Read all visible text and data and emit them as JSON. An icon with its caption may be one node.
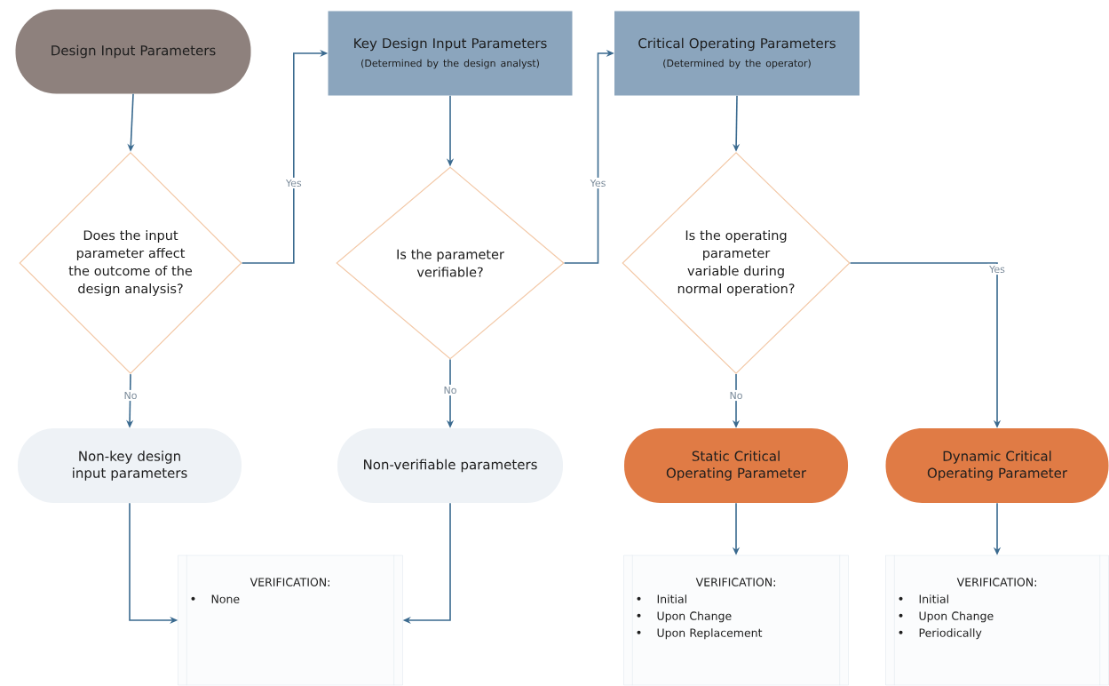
{
  "diagram": {
    "nodes": [
      {
        "text": [
          "Design Input Parameters"
        ]
      },
      {
        "text": [
          "Key Design Input Parameters",
          "(Determined by the design analyst)"
        ]
      },
      {
        "text": [
          "Critical Operating Parameters",
          "(Determined by the operator)"
        ]
      },
      {
        "text": [
          "Does the input parameter affect the outcome of the design analysis?"
        ]
      },
      {
        "text": [
          "Is the parameter verifiable?"
        ]
      },
      {
        "text": [
          "Is the operating parameter variable during normal operation?"
        ]
      },
      {
        "text": [
          "Non-key design input parameters"
        ]
      },
      {
        "text": [
          "Non-verifiable parameters"
        ]
      },
      {
        "text": [
          "Static Critical Operating Parameter"
        ]
      },
      {
        "text": [
          "Dynamic Critical Operating Parameter"
        ]
      },
      {
        "text": [
          "VERIFICATION:",
          "None"
        ]
      },
      {
        "text": [
          "VERIFICATION:",
          "Initial",
          "Upon Change",
          "Upon Replacement"
        ]
      },
      {
        "text": [
          "VERIFICATION:",
          "Initial",
          "Upon Change",
          "Periodically"
        ]
      }
    ],
    "edges": [
      {
        "from": 0,
        "to": 3,
        "arrow": "to"
      },
      {
        "from": 3,
        "to": 1,
        "arrow": "to",
        "label": "Yes"
      },
      {
        "from": 3,
        "to": 6,
        "arrow": "to",
        "label": "No"
      },
      {
        "from": 1,
        "to": 4,
        "arrow": "to"
      },
      {
        "from": 4,
        "to": 2,
        "arrow": "to",
        "label": "Yes"
      },
      {
        "from": 4,
        "to": 7,
        "arrow": "to",
        "label": "No"
      },
      {
        "from": 2,
        "to": 5,
        "arrow": "to"
      },
      {
        "from": 5,
        "to": 9,
        "arrow": "to",
        "label": "Yes"
      },
      {
        "from": 5,
        "to": 8,
        "arrow": "to",
        "label": "No"
      },
      {
        "from": 6,
        "to": 10,
        "arrow": "to"
      },
      {
        "from": 7,
        "to": 10,
        "arrow": "to"
      },
      {
        "from": 8,
        "to": 11,
        "arrow": "to"
      },
      {
        "from": 9,
        "to": 12,
        "arrow": "to"
      }
    ]
  }
}
